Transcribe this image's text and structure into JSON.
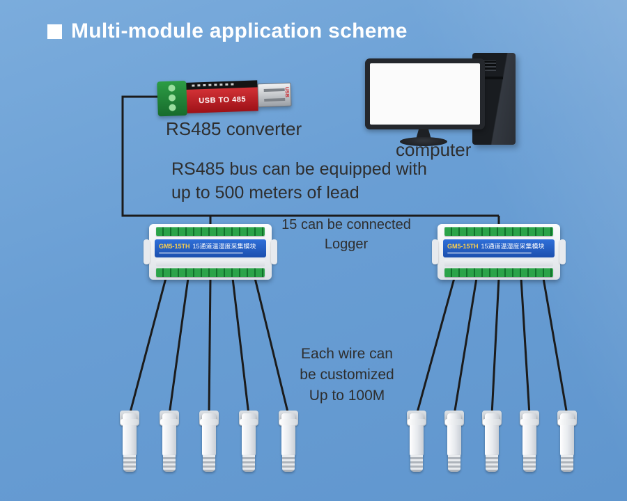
{
  "title": {
    "text": "Multi-module application scheme"
  },
  "annotations": {
    "converter_label": "RS485 converter",
    "computer_label": "computer",
    "bus_note_line1": "RS485 bus can be equipped with",
    "bus_note_line2": "up to 500 meters of lead",
    "logger_note_line1": "15 can be connected",
    "logger_note_line2": "Logger",
    "sensor_note_line1": "Each wire can",
    "sensor_note_line2": "be customized",
    "sensor_note_line3": "Up to 100M"
  },
  "devices": {
    "converter": {
      "body_text": "USB TO 485",
      "usb_tag": "USB"
    },
    "logger": {
      "band_model": "GM5-15TH",
      "band_text": "15通道温湿度采集模块"
    }
  },
  "colors": {
    "background_top": "#7bacdc",
    "background_bottom": "#6096ce",
    "title_text": "#ffffff",
    "annotation_text": "#2e2e2e",
    "wire": "#1b1b1b",
    "converter_red": "#c8242b",
    "terminal_green": "#1f8a3b",
    "logger_band_blue": "#1f5fc6",
    "logger_body": "#e9ecef",
    "screen_white": "#fbfbfb"
  }
}
